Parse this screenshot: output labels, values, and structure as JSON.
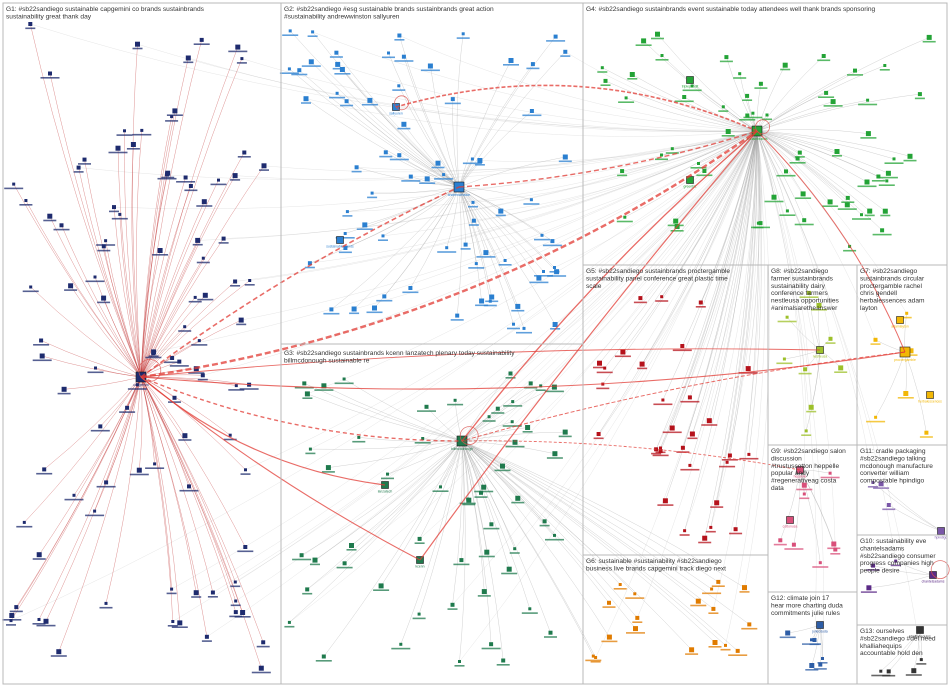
{
  "colors": {
    "background": "#ffffff",
    "group_border": "#b8b8b8",
    "edge_gray": "#9a9a9a",
    "edge_red": "#d9534f",
    "edge_red_strong": "#e23b34",
    "G1": "#1e2b6e",
    "G2": "#2a7fd0",
    "G3": "#1f7a4d",
    "G4": "#23a336",
    "G5": "#b5121b",
    "G6": "#e07b00",
    "G7": "#f2b705",
    "G8": "#9dc02a",
    "G9": "#d94f7a",
    "G10": "#5b2a86",
    "G11": "#7a57a8",
    "G12": "#2d5da6",
    "G13": "#333333"
  },
  "groups": [
    {
      "id": "G1",
      "title": "G1: #sb22sandiego sustainable capgemini co brands sustainbrands sustainability great thank day"
    },
    {
      "id": "G2",
      "title": "G2: #sb22sandiego #esg sustainable brands sustainbrands great action #sustainability andrewwinston sallyuren"
    },
    {
      "id": "G3",
      "title": "G3: #sb22sandiego sustainbrands kcenn lanzatech plenary today sustainability billmcdonough sustainable re"
    },
    {
      "id": "G4",
      "title": "G4: #sb22sandiego sustainbrands event sustainable today attendees well thank brands sponsoring"
    },
    {
      "id": "G5",
      "title": "G5: #sb22sandiego sustainbrands proctergamble sustainability panel conference great plastic time scale"
    },
    {
      "id": "G6",
      "title": "G6: sustainable #sustainability #sb22sandiego business live brands capgemini track diego next"
    },
    {
      "id": "G7",
      "title": "G7: #sb22sandiego sustainbrands circular proctergamble rachel chris gendell herbalessences adam layton"
    },
    {
      "id": "G8",
      "title": "G8: #sb22sandiego farmer sustainbrands sustainability dairy conference farmers nestleusa opportunities #animalsaretheanswer"
    },
    {
      "id": "G9",
      "title": "G9: #sb22sandiego salon discussion #trustuscotton heppelle popular andy #regenerativeag costa data"
    },
    {
      "id": "G10",
      "title": "G10: sustainability eve chantelsadams #sb22sandiego consumer progress companies high people desire"
    },
    {
      "id": "G11",
      "title": "G11: cradle packaging #sb22sandiego talking mcdonough manufacture converter william compostable hpindigo"
    },
    {
      "id": "G12",
      "title": "G12: climate join 17 hear more charting duda commitments julie rules"
    },
    {
      "id": "G13",
      "title": "G13: ourselves #sb22sandiego #del need khalliahequips accountable hold den"
    }
  ],
  "nodes": [
    {
      "id": "sustainbrands",
      "group": "G4",
      "hub": true
    },
    {
      "id": "capgemini",
      "group": "G1",
      "hub": true
    },
    {
      "id": "billmcdonough",
      "group": "G3",
      "hub": true
    },
    {
      "id": "proctergamble",
      "group": "G7",
      "hub": true
    },
    {
      "id": "andrewwinston",
      "group": "G2",
      "hub": true
    },
    {
      "id": "sallyuren",
      "group": "G2",
      "hub": false
    },
    {
      "id": "lanzatech",
      "group": "G3",
      "hub": false
    },
    {
      "id": "nestleusa",
      "group": "G8",
      "hub": false
    },
    {
      "id": "hpindigo",
      "group": "G11",
      "hub": false
    },
    {
      "id": "chantelsadams",
      "group": "G10",
      "hub": false
    },
    {
      "id": "khalliahequips",
      "group": "G13",
      "hub": false
    },
    {
      "id": "herbalessences",
      "group": "G7",
      "hub": false
    },
    {
      "id": "heppelle",
      "group": "G9",
      "hub": false
    },
    {
      "id": "kcenn",
      "group": "G3",
      "hub": false
    },
    {
      "id": "greenbiz",
      "group": "G4",
      "hub": false
    },
    {
      "id": "triplepundit",
      "group": "G4",
      "hub": false
    },
    {
      "id": "sustainablebrands",
      "group": "G2",
      "hub": false
    },
    {
      "id": "adamlayton",
      "group": "G7",
      "hub": false
    },
    {
      "id": "juliecduda",
      "group": "G12",
      "hub": false
    },
    {
      "id": "cottonusa",
      "group": "G9",
      "hub": false
    }
  ]
}
